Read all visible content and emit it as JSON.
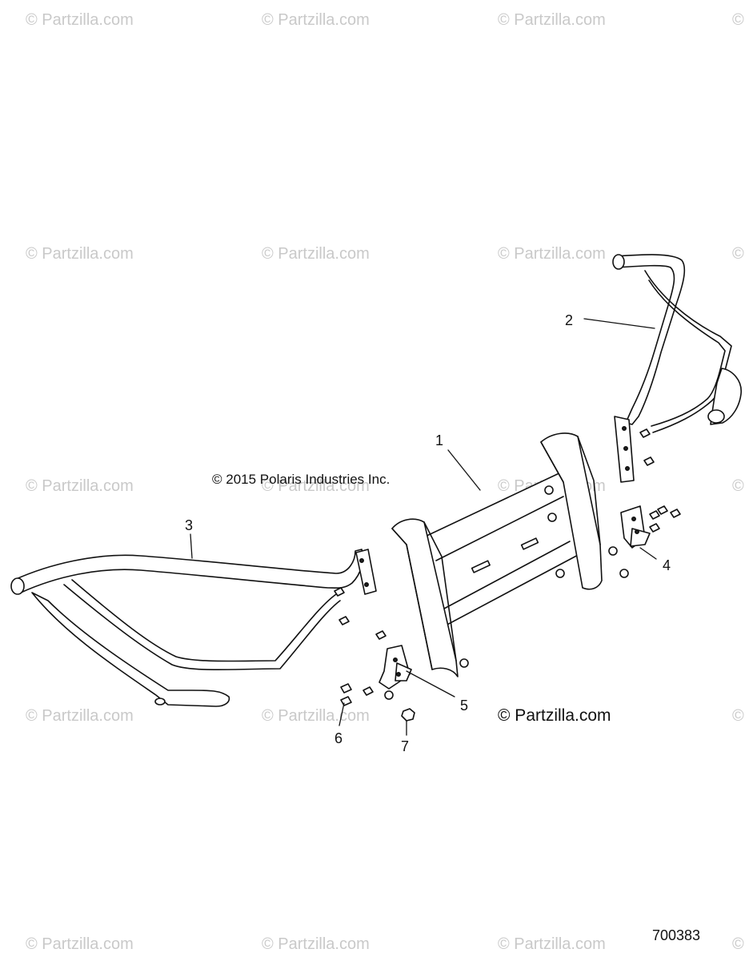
{
  "diagram": {
    "watermark_text": "© Partzilla.com",
    "watermark_edge_symbol": "©",
    "copyright_text": "© 2015 Polaris Industries Inc.",
    "partzilla_mark": "© Partzilla.com",
    "figure_number": "700383",
    "callouts": [
      {
        "label": "1",
        "part": "front bumper guard"
      },
      {
        "label": "2",
        "part": "right side brush guard tube"
      },
      {
        "label": "3",
        "part": "left side brush guard tube"
      },
      {
        "label": "4",
        "part": "right mounting bracket"
      },
      {
        "label": "5",
        "part": "left mounting bracket"
      },
      {
        "label": "6",
        "part": "bolt"
      },
      {
        "label": "7",
        "part": "nut"
      }
    ]
  }
}
